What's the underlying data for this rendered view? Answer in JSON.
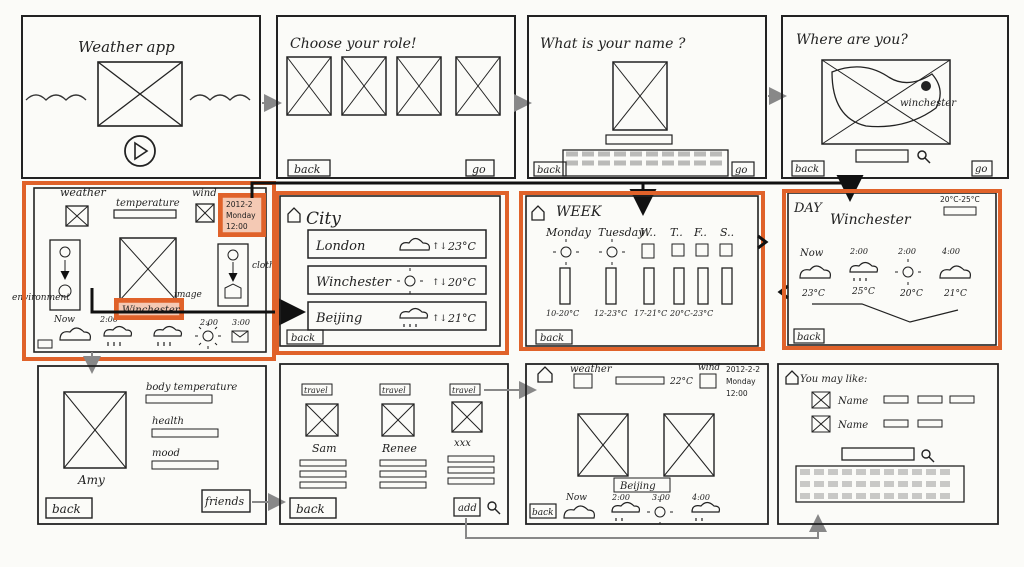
{
  "accent_color": "#e0622a",
  "screens": {
    "home": {
      "title": "Weather app"
    },
    "role": {
      "title": "Choose your role!",
      "back": "back",
      "go": "go"
    },
    "name": {
      "title": "What is your name ?",
      "back": "back",
      "go": "go"
    },
    "where": {
      "title": "Where are you?",
      "place": "winchester",
      "back": "back",
      "go": "go"
    },
    "weather": {
      "weather_label": "weather",
      "temperature_label": "temperature",
      "wind_label": "wind",
      "date_line1": "2012-2",
      "date_line2": "Monday",
      "date_line3": "12:00",
      "image_label": "image",
      "place": "Winchester",
      "environment_label": "environment",
      "clothes_label": "cloth",
      "now_label": "Now",
      "t1": "2:00",
      "t2": "2:00",
      "t3": "3:00"
    },
    "city": {
      "title": "City",
      "rows": [
        {
          "name": "London",
          "temp": "23°C"
        },
        {
          "name": "Winchester",
          "temp": "20°C"
        },
        {
          "name": "Beijing",
          "temp": "21°C"
        }
      ],
      "back": "back"
    },
    "week": {
      "title": "WEEK",
      "days": [
        "Monday",
        "Tuesday",
        "W..",
        "T..",
        "F..",
        "S.."
      ],
      "ranges": [
        "10-20°C",
        "12-23°C",
        "17-21°C",
        "20°C-23°C"
      ],
      "back": "back"
    },
    "day": {
      "title": "DAY",
      "place": "Winchester",
      "range": "20°C-25°C",
      "times": [
        "Now",
        "2:00",
        "2:00",
        "4:00"
      ],
      "temps": [
        "23°C",
        "25°C",
        "20°C",
        "21°C"
      ],
      "back": "back"
    },
    "profile": {
      "name": "Amy",
      "body_temp_label": "body temperature",
      "health_label": "health",
      "mood_label": "mood",
      "back": "back",
      "friends": "friends"
    },
    "friends": {
      "tag": "travel",
      "names": [
        "Sam",
        "Renee",
        "xxx"
      ],
      "back": "back",
      "add": "add"
    },
    "city_detail": {
      "weather_label": "weather",
      "wind_label": "wind",
      "temp": "22°C",
      "date_line1": "2012-2-2",
      "date_line2": "Monday",
      "date_line3": "12:00",
      "place": "Beijing",
      "now_label": "Now",
      "t1": "2:00",
      "t2": "3:00",
      "t3": "4:00",
      "back": "back"
    },
    "like": {
      "title": "You may like:",
      "item_label": "Name"
    }
  }
}
